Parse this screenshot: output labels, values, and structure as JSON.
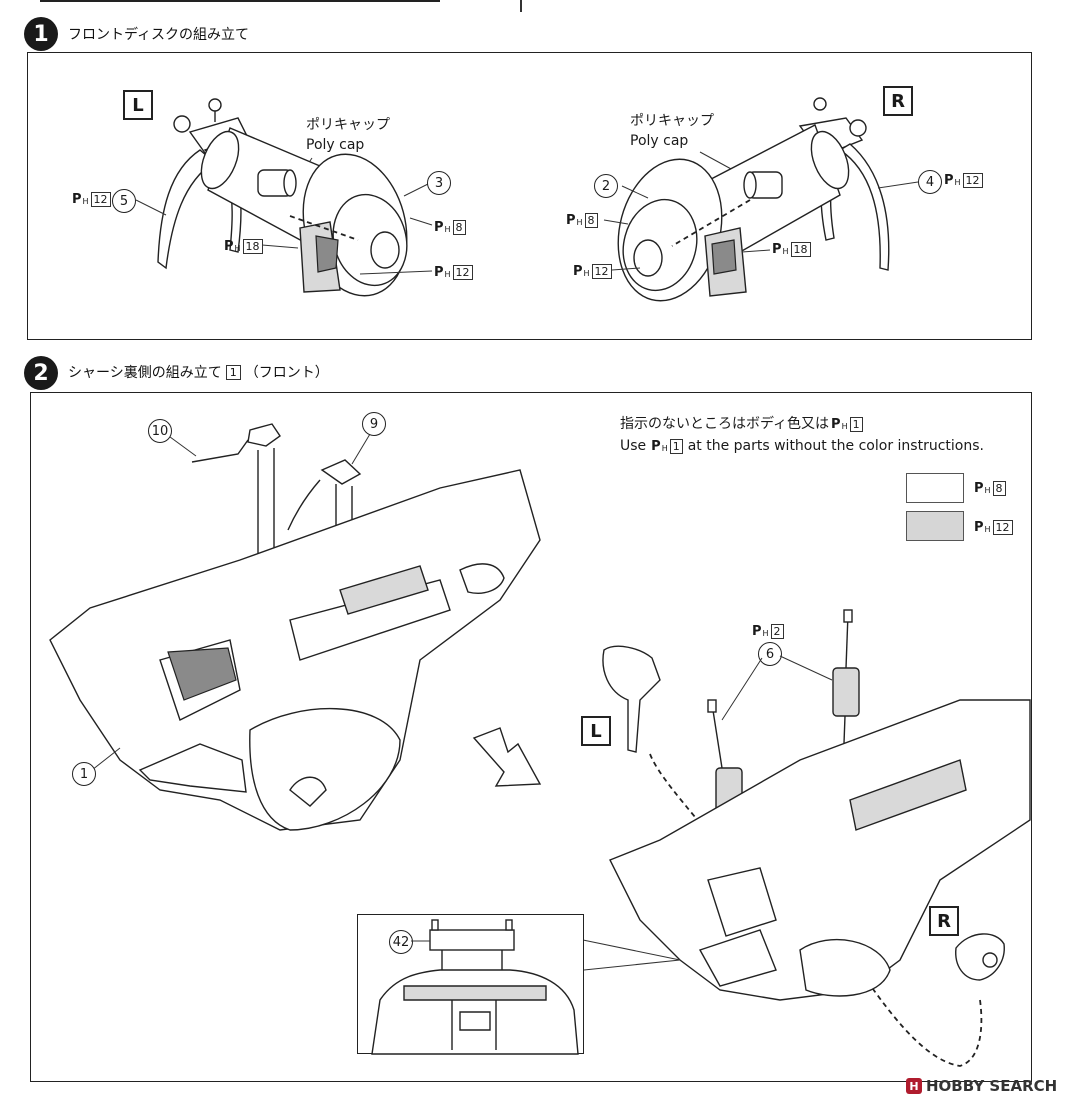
{
  "step1": {
    "number": "1",
    "title": "フロントディスクの組み立て",
    "left": {
      "side": "L",
      "polycap_jp": "ポリキャップ",
      "polycap_en": "Poly cap",
      "parts": [
        {
          "num": "3",
          "color": "8"
        },
        {
          "num": "5",
          "color": "12"
        }
      ],
      "color_18": "18",
      "color_12": "12"
    },
    "right": {
      "side": "R",
      "polycap_jp": "ポリキャップ",
      "polycap_en": "Poly cap",
      "parts": [
        {
          "num": "2",
          "color": "8"
        },
        {
          "num": "4",
          "color": "12"
        }
      ],
      "color_18": "18",
      "color_12": "12"
    }
  },
  "step2": {
    "number": "2",
    "title": "シャーシ裏側の組み立て",
    "title_box": "1",
    "title_suffix": "（フロント）",
    "note_jp_prefix": "指示のないところはボディ色又は",
    "note_color": "1",
    "note_en_prefix": "Use",
    "note_en_suffix": "at the parts without the color instructions.",
    "legend": [
      {
        "color_num": "8",
        "swatch": "#ffffff"
      },
      {
        "color_num": "12",
        "swatch": "#d6d6d6"
      }
    ],
    "parts": {
      "p10": "10",
      "p9": "9",
      "p1": "1",
      "p6": "6",
      "p6_color": "2",
      "p42": "42"
    },
    "side_left": "L",
    "side_right": "R"
  },
  "color_prefix": {
    "p": "P",
    "h": "H"
  },
  "watermark": {
    "logo": "H",
    "text": "HOBBY SEARCH"
  }
}
